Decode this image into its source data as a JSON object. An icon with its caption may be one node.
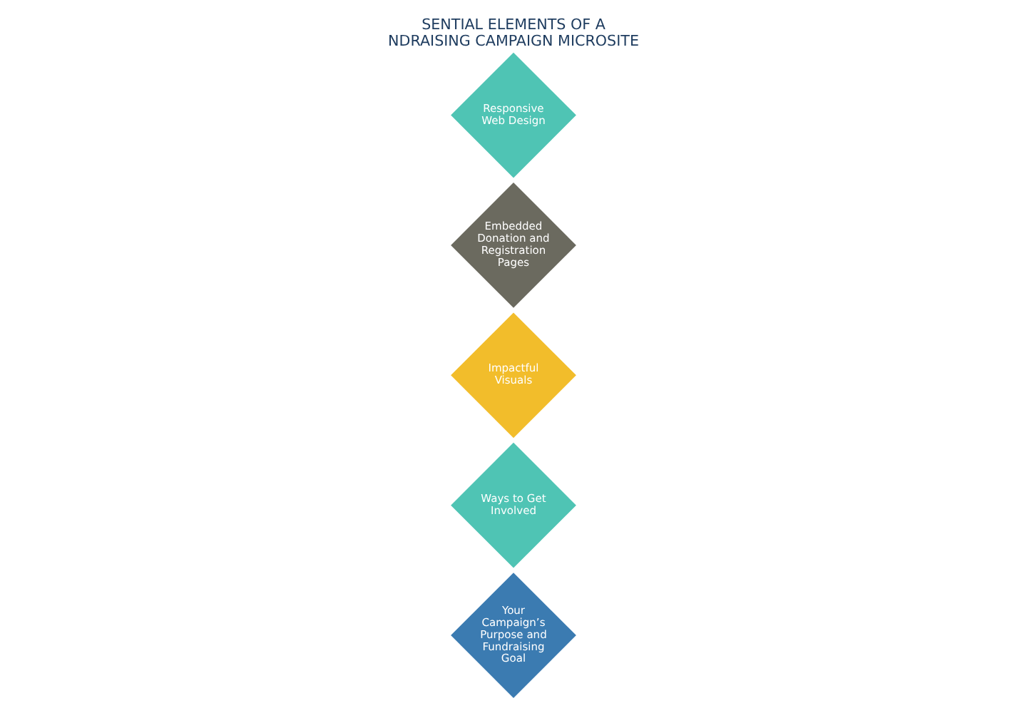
{
  "diagram": {
    "title": "SENTIAL ELEMENTS OF A NDRAISING CAMPAIGN MICROSITE",
    "nodes": [
      {
        "text": [
          "Your Campaign’s Purpose and Fundraising Goal"
        ]
      },
      {
        "text": [
          "Impactful Visuals"
        ]
      },
      {
        "text": [
          "Responsive Web Design"
        ]
      },
      {
        "text": [
          "Ways to Get Involved"
        ]
      },
      {
        "text": [
          "Embedded Donation and Registration Pages"
        ]
      }
    ],
    "edges": []
  }
}
